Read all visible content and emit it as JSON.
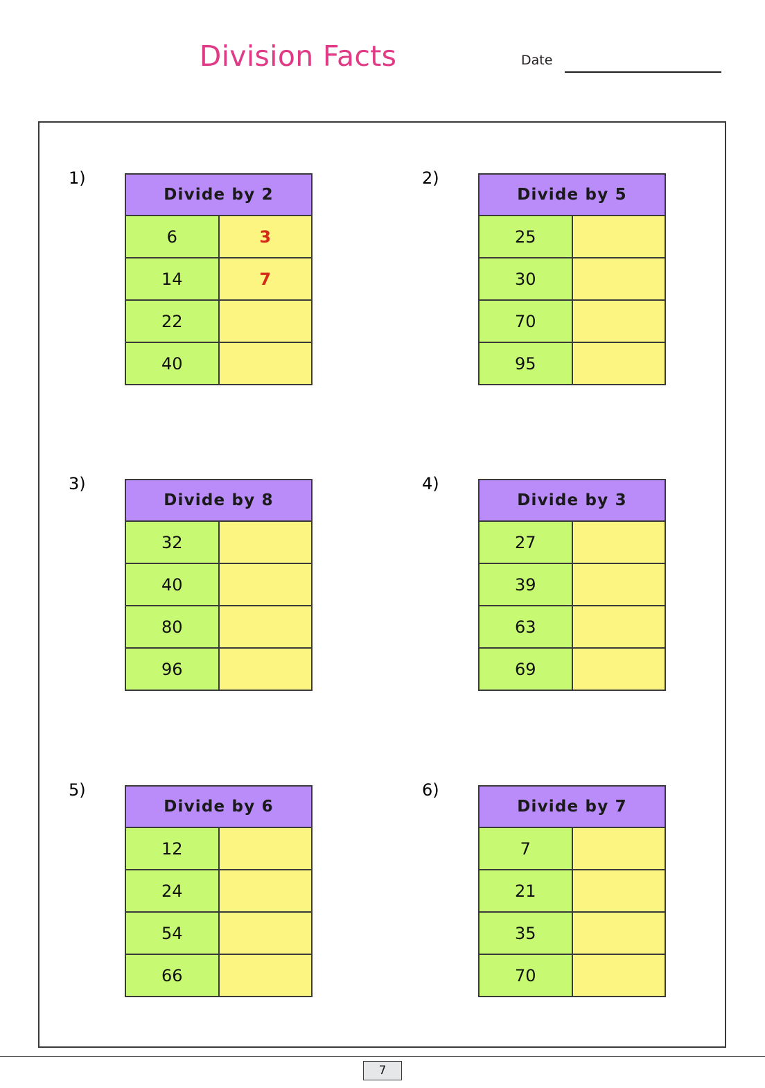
{
  "header": {
    "title": "Division Facts",
    "date_label": "Date",
    "date_value": "",
    "title_color": "#e03b87"
  },
  "colors": {
    "title_pink": "#e03b87",
    "header_purple": "#b98cfa",
    "dividend_green": "#c7f972",
    "answer_yellow": "#fdf581",
    "answer_red": "#d42a18",
    "border_gray": "#3a3a3a"
  },
  "problems": [
    {
      "number": "1)",
      "title": "Divide by 2",
      "rows": [
        {
          "dividend": "6",
          "answer": "3"
        },
        {
          "dividend": "14",
          "answer": "7"
        },
        {
          "dividend": "22",
          "answer": ""
        },
        {
          "dividend": "40",
          "answer": ""
        }
      ]
    },
    {
      "number": "2)",
      "title": "Divide by 5",
      "rows": [
        {
          "dividend": "25",
          "answer": ""
        },
        {
          "dividend": "30",
          "answer": ""
        },
        {
          "dividend": "70",
          "answer": ""
        },
        {
          "dividend": "95",
          "answer": ""
        }
      ]
    },
    {
      "number": "3)",
      "title": "Divide by 8",
      "rows": [
        {
          "dividend": "32",
          "answer": ""
        },
        {
          "dividend": "40",
          "answer": ""
        },
        {
          "dividend": "80",
          "answer": ""
        },
        {
          "dividend": "96",
          "answer": ""
        }
      ]
    },
    {
      "number": "4)",
      "title": "Divide by 3",
      "rows": [
        {
          "dividend": "27",
          "answer": ""
        },
        {
          "dividend": "39",
          "answer": ""
        },
        {
          "dividend": "63",
          "answer": ""
        },
        {
          "dividend": "69",
          "answer": ""
        }
      ]
    },
    {
      "number": "5)",
      "title": "Divide by 6",
      "rows": [
        {
          "dividend": "12",
          "answer": ""
        },
        {
          "dividend": "24",
          "answer": ""
        },
        {
          "dividend": "54",
          "answer": ""
        },
        {
          "dividend": "66",
          "answer": ""
        }
      ]
    },
    {
      "number": "6)",
      "title": "Divide by 7",
      "rows": [
        {
          "dividend": "7",
          "answer": ""
        },
        {
          "dividend": "21",
          "answer": ""
        },
        {
          "dividend": "35",
          "answer": ""
        },
        {
          "dividend": "70",
          "answer": ""
        }
      ]
    }
  ],
  "footer": {
    "page_number": "7"
  }
}
